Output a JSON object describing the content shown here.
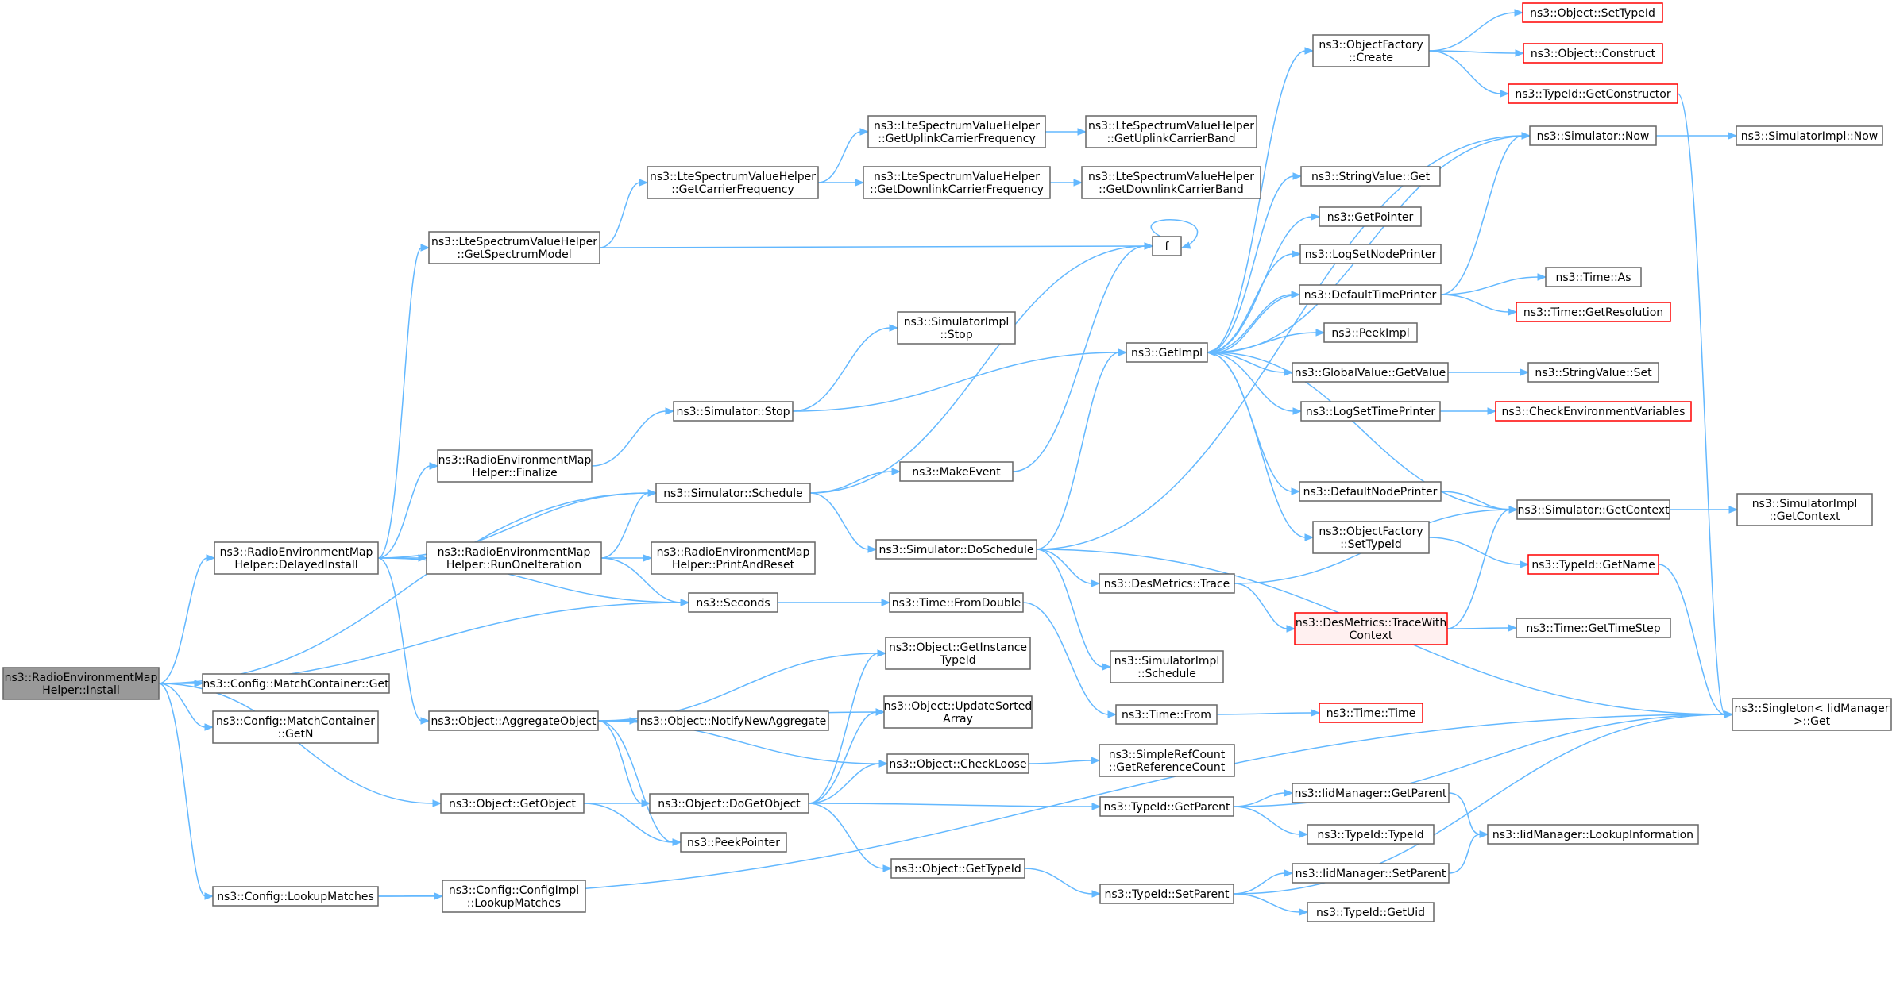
{
  "colors": {
    "edge": "#63b8ff",
    "node_border": "#666666",
    "node_border_incomplete": "#ff0000",
    "root_fill": "#999999"
  },
  "nodes": [
    {
      "id": "install",
      "lines": [
        "ns3::RadioEnvironmentMap",
        "Helper::Install"
      ],
      "style": "root"
    },
    {
      "id": "delayedInstall",
      "lines": [
        "ns3::RadioEnvironmentMap",
        "Helper::DelayedInstall"
      ]
    },
    {
      "id": "mcGet",
      "lines": [
        "ns3::Config::MatchContainer::Get"
      ]
    },
    {
      "id": "mcGetN",
      "lines": [
        "ns3::Config::MatchContainer",
        "::GetN"
      ]
    },
    {
      "id": "getObject",
      "lines": [
        "ns3::Object::GetObject"
      ]
    },
    {
      "id": "lookupMatches",
      "lines": [
        "ns3::Config::LookupMatches"
      ]
    },
    {
      "id": "getSpectrumModel",
      "lines": [
        "ns3::LteSpectrumValueHelper",
        "::GetSpectrumModel"
      ]
    },
    {
      "id": "finalize",
      "lines": [
        "ns3::RadioEnvironmentMap",
        "Helper::Finalize"
      ]
    },
    {
      "id": "runOneIteration",
      "lines": [
        "ns3::RadioEnvironmentMap",
        "Helper::RunOneIteration"
      ]
    },
    {
      "id": "aggregateObject",
      "lines": [
        "ns3::Object::AggregateObject"
      ]
    },
    {
      "id": "configImplLookup",
      "lines": [
        "ns3::Config::ConfigImpl",
        "::LookupMatches"
      ]
    },
    {
      "id": "getCarrierFreq",
      "lines": [
        "ns3::LteSpectrumValueHelper",
        "::GetCarrierFrequency"
      ]
    },
    {
      "id": "simStop",
      "lines": [
        "ns3::Simulator::Stop"
      ]
    },
    {
      "id": "simSchedule",
      "lines": [
        "ns3::Simulator::Schedule"
      ]
    },
    {
      "id": "seconds",
      "lines": [
        "ns3::Seconds"
      ]
    },
    {
      "id": "doGetObject",
      "lines": [
        "ns3::Object::DoGetObject"
      ]
    },
    {
      "id": "peekPointer",
      "lines": [
        "ns3::PeekPointer"
      ]
    },
    {
      "id": "printAndReset",
      "lines": [
        "ns3::RadioEnvironmentMap",
        "Helper::PrintAndReset"
      ]
    },
    {
      "id": "notifyNewAggregate",
      "lines": [
        "ns3::Object::NotifyNewAggregate"
      ]
    },
    {
      "id": "getUplinkFreq",
      "lines": [
        "ns3::LteSpectrumValueHelper",
        "::GetUplinkCarrierFrequency"
      ]
    },
    {
      "id": "getDownlinkFreq",
      "lines": [
        "ns3::LteSpectrumValueHelper",
        "::GetDownlinkCarrierFrequency"
      ]
    },
    {
      "id": "simImplStop",
      "lines": [
        "ns3::SimulatorImpl",
        "::Stop"
      ]
    },
    {
      "id": "makeEvent",
      "lines": [
        "ns3::MakeEvent"
      ]
    },
    {
      "id": "doSchedule",
      "lines": [
        "ns3::Simulator::DoSchedule"
      ]
    },
    {
      "id": "fromDouble",
      "lines": [
        "ns3::Time::FromDouble"
      ]
    },
    {
      "id": "getInstanceTypeId",
      "lines": [
        "ns3::Object::GetInstance",
        "TypeId"
      ]
    },
    {
      "id": "updateSortedArray",
      "lines": [
        "ns3::Object::UpdateSorted",
        "Array"
      ]
    },
    {
      "id": "checkLoose",
      "lines": [
        "ns3::Object::CheckLoose"
      ]
    },
    {
      "id": "getTypeIdObj",
      "lines": [
        "ns3::Object::GetTypeId"
      ]
    },
    {
      "id": "getUplinkBand",
      "lines": [
        "ns3::LteSpectrumValueHelper",
        "::GetUplinkCarrierBand"
      ]
    },
    {
      "id": "getDownlinkBand",
      "lines": [
        "ns3::LteSpectrumValueHelper",
        "::GetDownlinkCarrierBand"
      ]
    },
    {
      "id": "f",
      "lines": [
        "f"
      ]
    },
    {
      "id": "getImpl",
      "lines": [
        "ns3::GetImpl"
      ]
    },
    {
      "id": "desTrace",
      "lines": [
        "ns3::DesMetrics::Trace"
      ]
    },
    {
      "id": "simImplSchedule",
      "lines": [
        "ns3::SimulatorImpl",
        "::Schedule"
      ]
    },
    {
      "id": "timeFrom",
      "lines": [
        "ns3::Time::From"
      ]
    },
    {
      "id": "simpleRefCount",
      "lines": [
        "ns3::SimpleRefCount",
        "::GetReferenceCount"
      ]
    },
    {
      "id": "typeIdGetParent",
      "lines": [
        "ns3::TypeId::GetParent"
      ]
    },
    {
      "id": "typeIdSetParent",
      "lines": [
        "ns3::TypeId::SetParent"
      ]
    },
    {
      "id": "objFactoryCreate",
      "lines": [
        "ns3::ObjectFactory",
        "::Create"
      ]
    },
    {
      "id": "stringValueGet",
      "lines": [
        "ns3::StringValue::Get"
      ]
    },
    {
      "id": "getPointer",
      "lines": [
        "ns3::GetPointer"
      ]
    },
    {
      "id": "logSetNodePrinter",
      "lines": [
        "ns3::LogSetNodePrinter"
      ]
    },
    {
      "id": "defaultTimePrinter",
      "lines": [
        "ns3::DefaultTimePrinter"
      ]
    },
    {
      "id": "peekImpl",
      "lines": [
        "ns3::PeekImpl"
      ]
    },
    {
      "id": "globalValueGet",
      "lines": [
        "ns3::GlobalValue::GetValue"
      ]
    },
    {
      "id": "logSetTimePrinter",
      "lines": [
        "ns3::LogSetTimePrinter"
      ]
    },
    {
      "id": "defaultNodePrinter",
      "lines": [
        "ns3::DefaultNodePrinter"
      ]
    },
    {
      "id": "objFactorySetTypeId",
      "lines": [
        "ns3::ObjectFactory",
        "::SetTypeId"
      ]
    },
    {
      "id": "traceWithContext",
      "lines": [
        "ns3::DesMetrics::TraceWith",
        "Context"
      ],
      "style": "red-fill"
    },
    {
      "id": "timeTime",
      "lines": [
        "ns3::Time::Time"
      ],
      "style": "red"
    },
    {
      "id": "iidGetParent",
      "lines": [
        "ns3::IidManager::GetParent"
      ]
    },
    {
      "id": "typeIdTypeId",
      "lines": [
        "ns3::TypeId::TypeId"
      ]
    },
    {
      "id": "iidSetParent",
      "lines": [
        "ns3::IidManager::SetParent"
      ]
    },
    {
      "id": "typeIdGetUid",
      "lines": [
        "ns3::TypeId::GetUid"
      ]
    },
    {
      "id": "objSetTypeId",
      "lines": [
        "ns3::Object::SetTypeId"
      ],
      "style": "red"
    },
    {
      "id": "objConstruct",
      "lines": [
        "ns3::Object::Construct"
      ],
      "style": "red"
    },
    {
      "id": "typeIdGetConstructor",
      "lines": [
        "ns3::TypeId::GetConstructor"
      ],
      "style": "red"
    },
    {
      "id": "simNow",
      "lines": [
        "ns3::Simulator::Now"
      ]
    },
    {
      "id": "timeAs",
      "lines": [
        "ns3::Time::As"
      ]
    },
    {
      "id": "timeGetResolution",
      "lines": [
        "ns3::Time::GetResolution"
      ],
      "style": "red"
    },
    {
      "id": "stringValueSet",
      "lines": [
        "ns3::StringValue::Set"
      ]
    },
    {
      "id": "checkEnvVars",
      "lines": [
        "ns3::CheckEnvironmentVariables"
      ],
      "style": "red"
    },
    {
      "id": "simGetContext",
      "lines": [
        "ns3::Simulator::GetContext"
      ]
    },
    {
      "id": "typeIdGetName",
      "lines": [
        "ns3::TypeId::GetName"
      ],
      "style": "red"
    },
    {
      "id": "timeGetTimeStep",
      "lines": [
        "ns3::Time::GetTimeStep"
      ]
    },
    {
      "id": "iidLookupInfo",
      "lines": [
        "ns3::IidManager::LookupInformation"
      ]
    },
    {
      "id": "simImplNow",
      "lines": [
        "ns3::SimulatorImpl::Now"
      ]
    },
    {
      "id": "simImplGetContext",
      "lines": [
        "ns3::SimulatorImpl",
        "::GetContext"
      ]
    },
    {
      "id": "singletonGet",
      "lines": [
        "ns3::Singleton< IidManager",
        " >::Get"
      ]
    }
  ],
  "edges": [
    [
      "install",
      "delayedInstall"
    ],
    [
      "install",
      "mcGet"
    ],
    [
      "install",
      "mcGetN"
    ],
    [
      "install",
      "getObject"
    ],
    [
      "install",
      "lookupMatches"
    ],
    [
      "install",
      "simSchedule"
    ],
    [
      "install",
      "seconds"
    ],
    [
      "delayedInstall",
      "getSpectrumModel"
    ],
    [
      "delayedInstall",
      "finalize"
    ],
    [
      "delayedInstall",
      "simSchedule"
    ],
    [
      "delayedInstall",
      "runOneIteration"
    ],
    [
      "delayedInstall",
      "seconds"
    ],
    [
      "delayedInstall",
      "aggregateObject"
    ],
    [
      "getSpectrumModel",
      "getCarrierFreq"
    ],
    [
      "getSpectrumModel",
      "f"
    ],
    [
      "getCarrierFreq",
      "getUplinkFreq"
    ],
    [
      "getCarrierFreq",
      "getDownlinkFreq"
    ],
    [
      "getUplinkFreq",
      "getUplinkBand"
    ],
    [
      "getDownlinkFreq",
      "getDownlinkBand"
    ],
    [
      "finalize",
      "simStop"
    ],
    [
      "simStop",
      "simImplStop"
    ],
    [
      "simStop",
      "getImpl"
    ],
    [
      "runOneIteration",
      "simSchedule"
    ],
    [
      "runOneIteration",
      "printAndReset"
    ],
    [
      "runOneIteration",
      "seconds"
    ],
    [
      "simSchedule",
      "makeEvent"
    ],
    [
      "simSchedule",
      "doSchedule"
    ],
    [
      "simSchedule",
      "f"
    ],
    [
      "makeEvent",
      "f"
    ],
    [
      "doSchedule",
      "getImpl"
    ],
    [
      "doSchedule",
      "desTrace"
    ],
    [
      "doSchedule",
      "simImplSchedule"
    ],
    [
      "doSchedule",
      "singletonGet"
    ],
    [
      "doSchedule",
      "simNow"
    ],
    [
      "seconds",
      "fromDouble"
    ],
    [
      "fromDouble",
      "timeFrom"
    ],
    [
      "timeFrom",
      "timeTime"
    ],
    [
      "aggregateObject",
      "getInstanceTypeId"
    ],
    [
      "aggregateObject",
      "updateSortedArray"
    ],
    [
      "aggregateObject",
      "notifyNewAggregate"
    ],
    [
      "aggregateObject",
      "checkLoose"
    ],
    [
      "aggregateObject",
      "doGetObject"
    ],
    [
      "aggregateObject",
      "peekPointer"
    ],
    [
      "getObject",
      "doGetObject"
    ],
    [
      "getObject",
      "peekPointer"
    ],
    [
      "doGetObject",
      "getInstanceTypeId"
    ],
    [
      "doGetObject",
      "updateSortedArray"
    ],
    [
      "doGetObject",
      "checkLoose"
    ],
    [
      "doGetObject",
      "typeIdGetParent"
    ],
    [
      "doGetObject",
      "getTypeIdObj"
    ],
    [
      "checkLoose",
      "simpleRefCount"
    ],
    [
      "getTypeIdObj",
      "typeIdSetParent"
    ],
    [
      "typeIdGetParent",
      "iidGetParent"
    ],
    [
      "typeIdGetParent",
      "typeIdTypeId"
    ],
    [
      "typeIdGetParent",
      "singletonGet"
    ],
    [
      "typeIdSetParent",
      "iidSetParent"
    ],
    [
      "typeIdSetParent",
      "typeIdGetUid"
    ],
    [
      "typeIdSetParent",
      "singletonGet"
    ],
    [
      "iidGetParent",
      "iidLookupInfo"
    ],
    [
      "iidSetParent",
      "iidLookupInfo"
    ],
    [
      "lookupMatches",
      "configImplLookup"
    ],
    [
      "lookupMatches",
      "singletonGet"
    ],
    [
      "getImpl",
      "objFactoryCreate"
    ],
    [
      "getImpl",
      "stringValueGet"
    ],
    [
      "getImpl",
      "getPointer"
    ],
    [
      "getImpl",
      "logSetNodePrinter"
    ],
    [
      "getImpl",
      "defaultTimePrinter"
    ],
    [
      "getImpl",
      "peekImpl"
    ],
    [
      "getImpl",
      "globalValueGet"
    ],
    [
      "getImpl",
      "logSetTimePrinter"
    ],
    [
      "getImpl",
      "defaultNodePrinter"
    ],
    [
      "getImpl",
      "objFactorySetTypeId"
    ],
    [
      "simNow",
      "getImpl"
    ],
    [
      "simNow",
      "simImplNow"
    ],
    [
      "defaultTimePrinter",
      "simNow"
    ],
    [
      "defaultTimePrinter",
      "timeAs"
    ],
    [
      "defaultTimePrinter",
      "timeGetResolution"
    ],
    [
      "defaultTimePrinter",
      "getImpl"
    ],
    [
      "globalValueGet",
      "stringValueSet"
    ],
    [
      "logSetTimePrinter",
      "checkEnvVars"
    ],
    [
      "defaultNodePrinter",
      "simGetContext"
    ],
    [
      "simGetContext",
      "getImpl"
    ],
    [
      "simGetContext",
      "simImplGetContext"
    ],
    [
      "objFactoryCreate",
      "objSetTypeId"
    ],
    [
      "objFactoryCreate",
      "objConstruct"
    ],
    [
      "objFactoryCreate",
      "typeIdGetConstructor"
    ],
    [
      "typeIdGetConstructor",
      "singletonGet"
    ],
    [
      "objFactorySetTypeId",
      "typeIdGetName"
    ],
    [
      "typeIdGetName",
      "singletonGet"
    ],
    [
      "desTrace",
      "simGetContext"
    ],
    [
      "desTrace",
      "traceWithContext"
    ],
    [
      "traceWithContext",
      "simGetContext"
    ],
    [
      "traceWithContext",
      "timeGetTimeStep"
    ],
    [
      "f",
      "f"
    ]
  ]
}
